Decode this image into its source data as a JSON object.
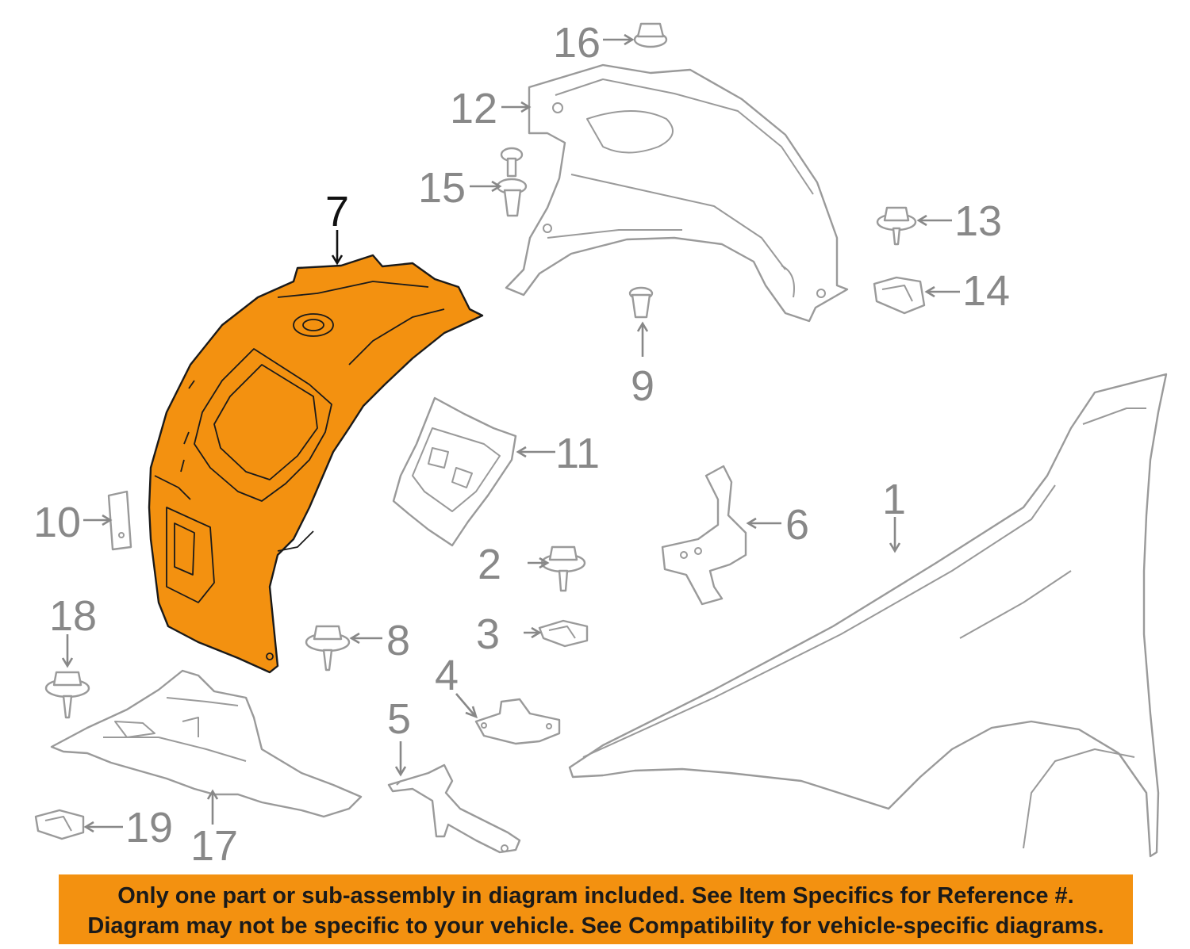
{
  "colors": {
    "highlight": "#f39110",
    "line": "#9a9a9a",
    "label": "#888888",
    "highlight_label": "#111111"
  },
  "callouts": {
    "c1": "1",
    "c2": "2",
    "c3": "3",
    "c4": "4",
    "c5": "5",
    "c6": "6",
    "c7": "7",
    "c8": "8",
    "c9": "9",
    "c10": "10",
    "c11": "11",
    "c12": "12",
    "c13": "13",
    "c14": "14",
    "c15": "15",
    "c16": "16",
    "c17": "17",
    "c18": "18",
    "c19": "19"
  },
  "highlighted_part": "7",
  "disclaimer": {
    "line1": "Only one part or sub-assembly in diagram included. See Item Specifics for Reference #.",
    "line2": "Diagram may not be specific to your vehicle. See Compatibility for vehicle-specific diagrams."
  }
}
